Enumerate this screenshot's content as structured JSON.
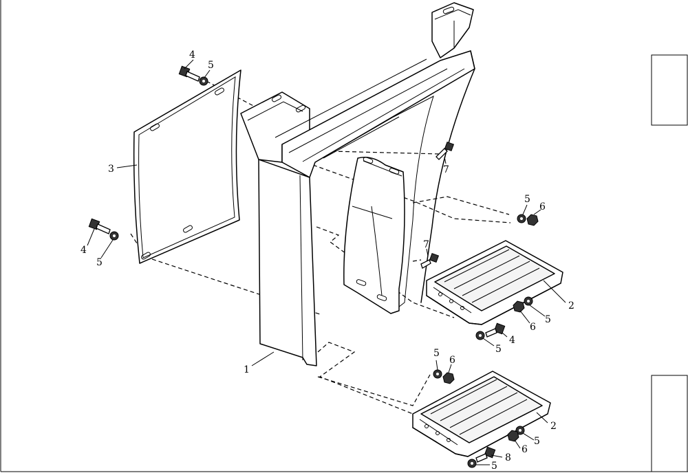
{
  "labels": {
    "frame": "1",
    "upper_step": "2",
    "lower_step": "2",
    "cover_plate": "3",
    "bolt_top": "4",
    "washer_top": "5",
    "bolt_left": "4",
    "washer_left": "5",
    "bolt_mid": "7",
    "bolt_right_mid": "7",
    "washer_upper_step_top": "5",
    "nut_upper_step_top": "6",
    "washer_upper_step_front": "5",
    "nut_upper_step_front": "6",
    "bolt_upper_step_front": "4",
    "washer_upper_step_bottom": "5",
    "washer_lower_step_top": "5",
    "nut_lower_step_top": "6",
    "washer_lower_step_front": "5",
    "nut_lower_step_front": "6",
    "bolt_lower_step_front": "8",
    "washer_lower_step_bottom": "5"
  }
}
